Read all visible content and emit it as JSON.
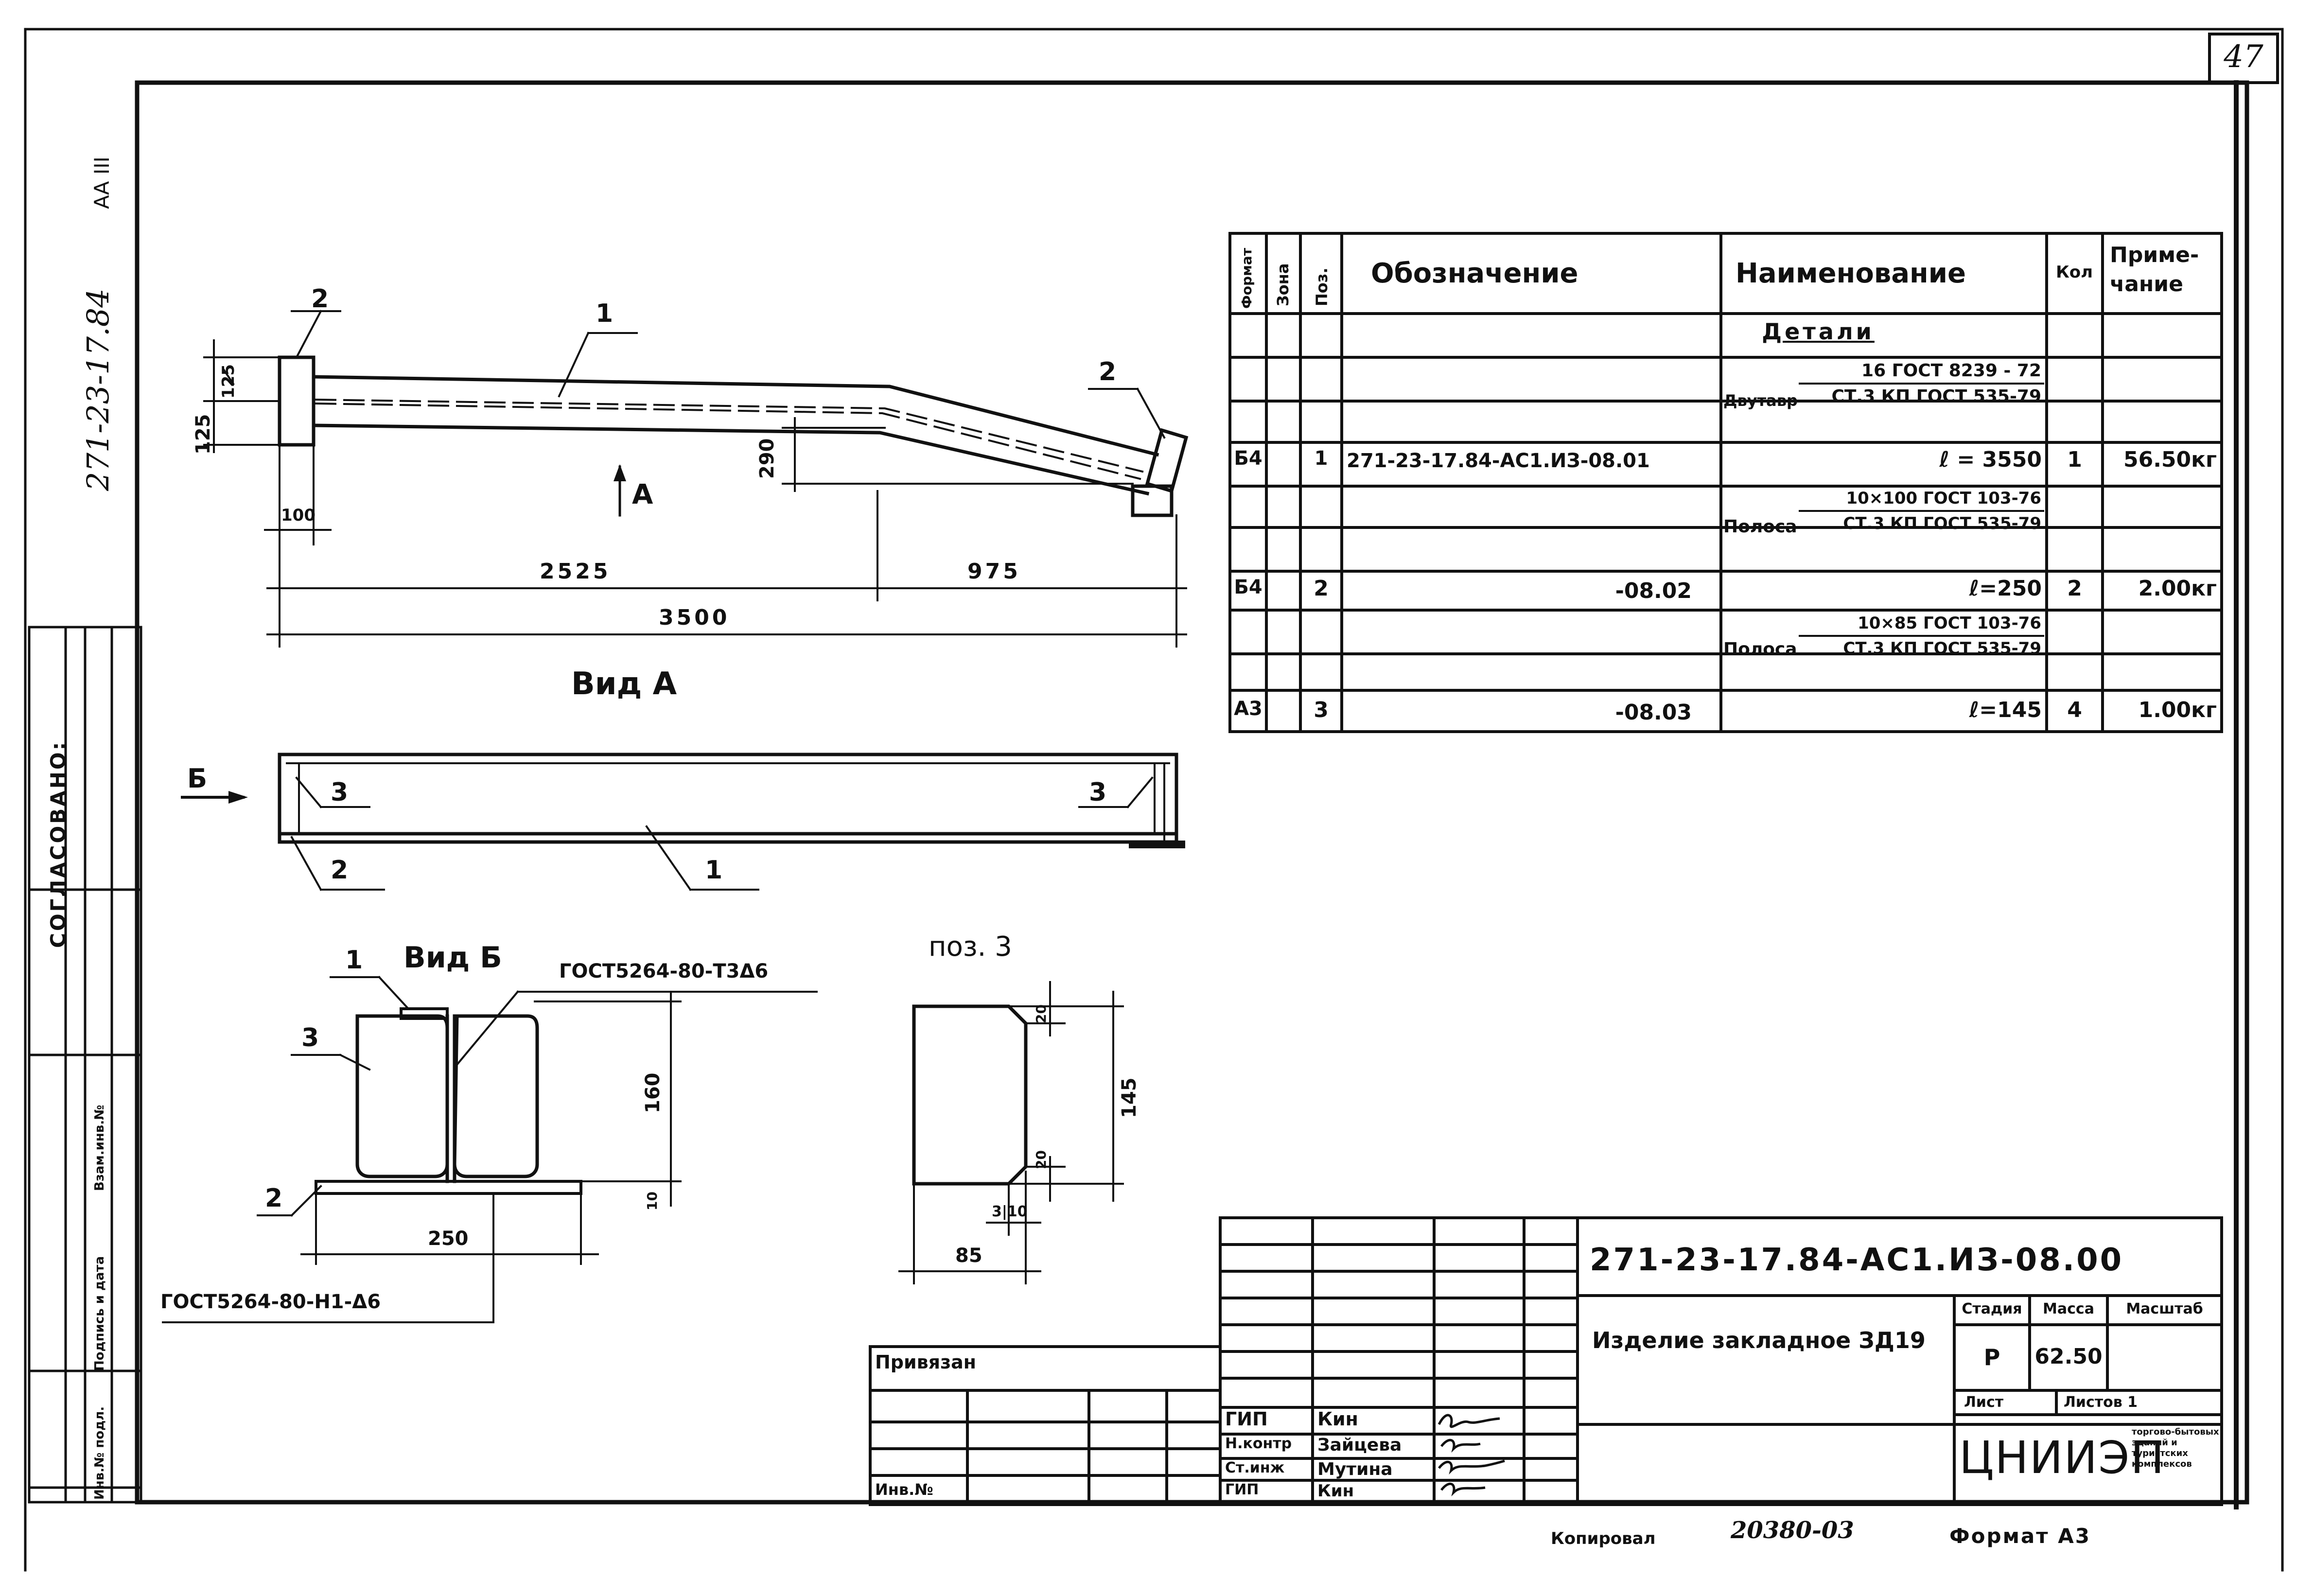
{
  "page_number": "47",
  "side_code": "271-23-17.84",
  "top_left_code": "АА III",
  "agreed_label": "СОГЛАСОВАНО:",
  "left_strip_labels": [
    "Инв.№ подл.",
    "Подпись и дата",
    "Взам.инв.№"
  ],
  "drawing": {
    "view_a_label": "Вид А",
    "arrow_a_label": "А",
    "view_b_label": "Вид Б",
    "arrow_b_label": "Б",
    "pos3_label": "поз. 3",
    "weld_top": "ГОСТ5264-80-Т3Δ6",
    "weld_bottom": "ГОСТ5264-80-Н1-Δ6",
    "callouts": {
      "elev_2_left": "2",
      "elev_1": "1",
      "elev_2_right": "2",
      "plan_3_left": "3",
      "plan_3_right": "3",
      "plan_2": "2",
      "plan_1": "1",
      "sect_1": "1",
      "sect_3": "3",
      "sect_2": "2"
    },
    "dims": {
      "d125a": "125",
      "d125b": "125",
      "d290": "290",
      "d100": "100",
      "d2525": "2525",
      "d975": "975",
      "d3500": "3500",
      "d160": "160",
      "d10": "10",
      "d250": "250",
      "d145": "145",
      "d20a": "20",
      "d20b": "20",
      "d85": "85",
      "d310": "3|10"
    }
  },
  "spec_table": {
    "headers": {
      "format": "Формат",
      "zone": "Зона",
      "pos": "Поз.",
      "designation": "Обозначение",
      "name": "Наименование",
      "qty": "Кол",
      "note": "Приме-\nчание"
    },
    "section_title": "Детали",
    "rows": [
      {
        "format": "",
        "pos": "",
        "designation": "",
        "name_prefix": "Двутавр",
        "name_num": "16 ГОСТ 8239 - 72",
        "name_den": "СТ.3 КП ГОСТ 535-79",
        "name": "",
        "qty": "",
        "note": ""
      },
      {
        "format": "Б4",
        "pos": "1",
        "designation": "271-23-17.84-АС1.ИЗ-08.01",
        "name": "ℓ = 3550",
        "qty": "1",
        "note": "56.50кг"
      },
      {
        "format": "",
        "pos": "",
        "designation": "",
        "name_prefix": "Полоса",
        "name_num": "10×100 ГОСТ 103-76",
        "name_den": "СТ.3 КП ГОСТ 535-79",
        "name": "",
        "qty": "",
        "note": ""
      },
      {
        "format": "Б4",
        "pos": "2",
        "designation": "-08.02",
        "name": "ℓ=250",
        "qty": "2",
        "note": "2.00кг"
      },
      {
        "format": "",
        "pos": "",
        "designation": "",
        "name_prefix": "Полоса",
        "name_num": "10×85 ГОСТ 103-76",
        "name_den": "СТ.3 КП ГОСТ 535-79",
        "name": "",
        "qty": "",
        "note": ""
      },
      {
        "format": "А3",
        "pos": "3",
        "designation": "-08.03",
        "name": "ℓ=145",
        "qty": "4",
        "note": "1.00кг"
      }
    ]
  },
  "title_block": {
    "doc_code": "271-23-17.84-АС1.ИЗ-08.00",
    "doc_title": "Изделие закладное ЗД19",
    "stage_label": "Стадия",
    "mass_label": "Масса",
    "scale_label": "Масштаб",
    "stage": "Р",
    "mass": "62.50",
    "sheet_label": "Лист",
    "sheets_label": "Листов 1",
    "org": "ЦНИИЭП",
    "org_note": "торгово-бытовых зданий и туристских комплексов",
    "staff": [
      {
        "role": "ГИП",
        "name": "Кин"
      },
      {
        "role": "Н.контр",
        "name": "Зайцева"
      },
      {
        "role": "Ст.инж",
        "name": "Мутина"
      },
      {
        "role": "ГИП",
        "name": "Кин"
      }
    ],
    "privyazan": "Привязан",
    "inv_no": "Инв.№"
  },
  "footer": {
    "copied_label": "Копировал",
    "copy_no": "20380-03",
    "format_label": "Формат А3"
  }
}
